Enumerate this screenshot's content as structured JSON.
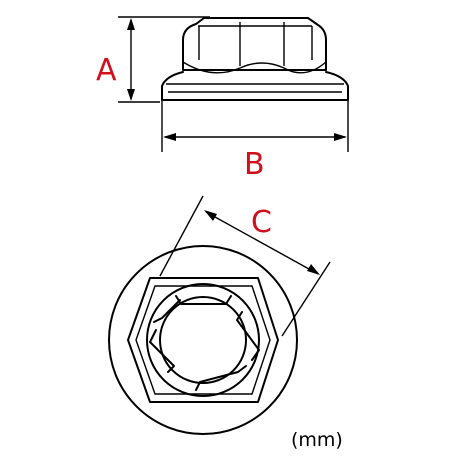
{
  "labels": {
    "a": "A",
    "b": "B",
    "c": "C",
    "unit": "(mm)"
  },
  "colors": {
    "label": "#d0101c",
    "line": "#000000",
    "background": "#ffffff"
  }
}
